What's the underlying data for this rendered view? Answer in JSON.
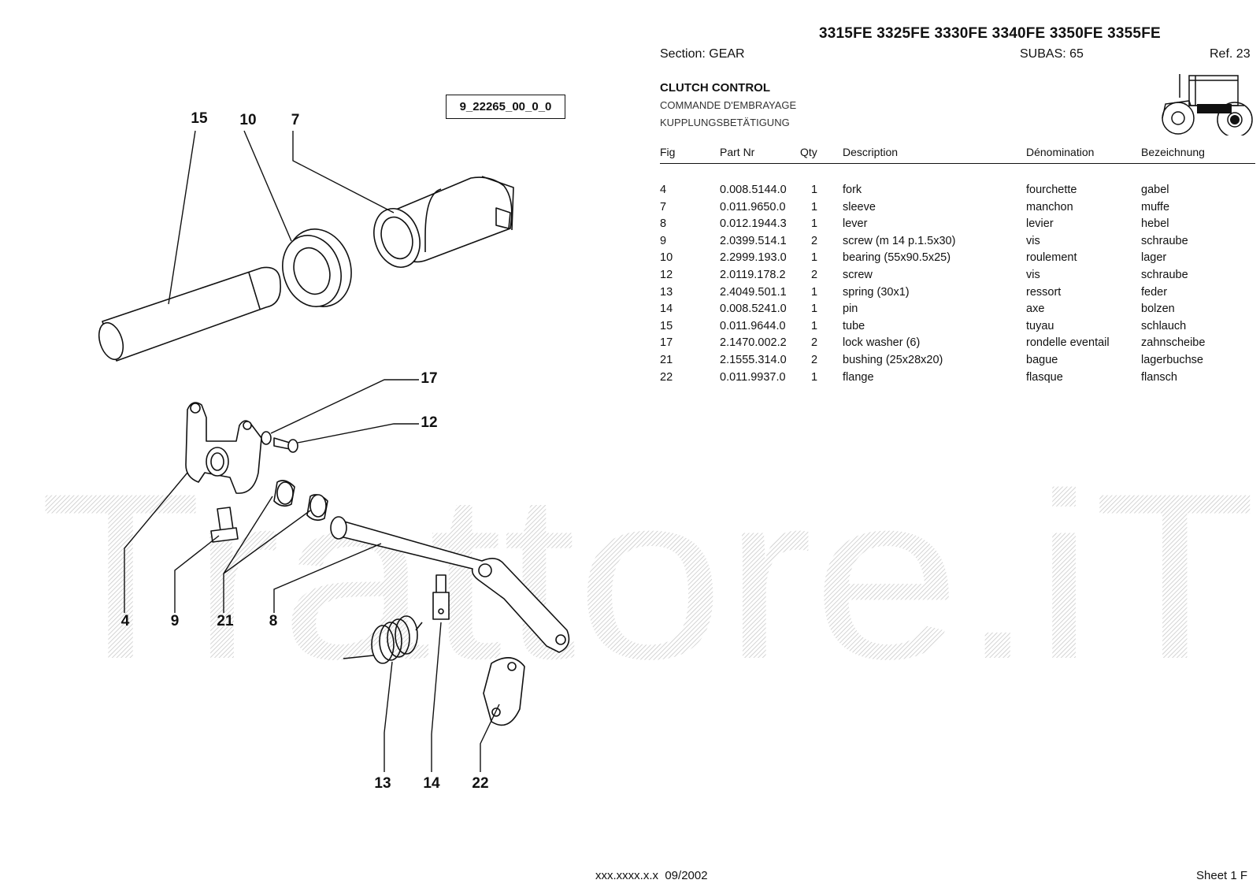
{
  "header": {
    "models": "3315FE 3325FE 3330FE 3340FE 3350FE 3355FE",
    "section": "Section: GEAR",
    "subas": "SUBAS: 65",
    "ref": "Ref. 23",
    "title_en": "CLUTCH CONTROL",
    "title_fr": "COMMANDE D'EMBRAYAGE",
    "title_de": "KUPPLUNGSBETÄTIGUNG"
  },
  "drawing": {
    "ref_code": "9_22265_00_0_0",
    "watermark": "Trattore.iT",
    "callouts": [
      "15",
      "10",
      "7",
      "17",
      "12",
      "4",
      "9",
      "21",
      "8",
      "13",
      "14",
      "22"
    ]
  },
  "table": {
    "headers": {
      "fig": "Fig",
      "part_nr": "Part Nr",
      "qty": "Qty",
      "description": "Description",
      "denomination": "Dénomination",
      "bezeichnung": "Bezeichnung"
    },
    "rows": [
      {
        "fig": "4",
        "part_nr": "0.008.5144.0",
        "qty": "1",
        "description": "fork",
        "denomination": "fourchette",
        "bezeichnung": "gabel"
      },
      {
        "fig": "7",
        "part_nr": "0.011.9650.0",
        "qty": "1",
        "description": "sleeve",
        "denomination": "manchon",
        "bezeichnung": "muffe"
      },
      {
        "fig": "8",
        "part_nr": "0.012.1944.3",
        "qty": "1",
        "description": "lever",
        "denomination": "levier",
        "bezeichnung": "hebel"
      },
      {
        "fig": "9",
        "part_nr": "2.0399.514.1",
        "qty": "2",
        "description": "screw (m 14 p.1.5x30)",
        "denomination": "vis",
        "bezeichnung": "schraube"
      },
      {
        "fig": "10",
        "part_nr": "2.2999.193.0",
        "qty": "1",
        "description": "bearing (55x90.5x25)",
        "denomination": "roulement",
        "bezeichnung": "lager"
      },
      {
        "fig": "12",
        "part_nr": "2.0119.178.2",
        "qty": "2",
        "description": "screw",
        "denomination": "vis",
        "bezeichnung": "schraube"
      },
      {
        "fig": "13",
        "part_nr": "2.4049.501.1",
        "qty": "1",
        "description": "spring (30x1)",
        "denomination": "ressort",
        "bezeichnung": "feder"
      },
      {
        "fig": "14",
        "part_nr": "0.008.5241.0",
        "qty": "1",
        "description": "pin",
        "denomination": "axe",
        "bezeichnung": "bolzen"
      },
      {
        "fig": "15",
        "part_nr": "0.011.9644.0",
        "qty": "1",
        "description": "tube",
        "denomination": "tuyau",
        "bezeichnung": "schlauch"
      },
      {
        "fig": "17",
        "part_nr": "2.1470.002.2",
        "qty": "2",
        "description": "lock washer (6)",
        "denomination": "rondelle eventail",
        "bezeichnung": "zahnscheibe"
      },
      {
        "fig": "21",
        "part_nr": "2.1555.314.0",
        "qty": "2",
        "description": "bushing (25x28x20)",
        "denomination": "bague",
        "bezeichnung": "lagerbuchse"
      },
      {
        "fig": "22",
        "part_nr": "0.011.9937.0",
        "qty": "1",
        "description": "flange",
        "denomination": "flasque",
        "bezeichnung": "flansch"
      }
    ]
  },
  "footer": {
    "code": "xxx.xxxx.x.x  09/2002",
    "sheet": "Sheet 1 F"
  }
}
